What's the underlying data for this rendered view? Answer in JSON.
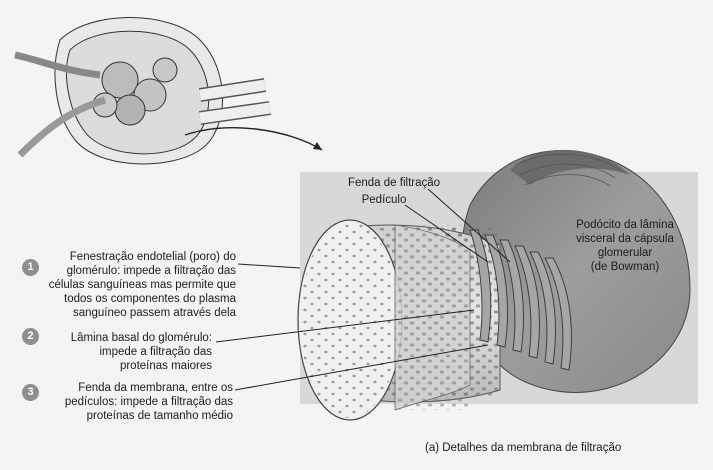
{
  "labels": {
    "fenda_filtracao": "Fenda de filtração",
    "pediculo": "Pedículo",
    "podocito": "Podócito da lâmina\nvisceral da cápsula\nglomerular\n(de Bowman)",
    "caption": "(a) Detalhes da membrana de filtração"
  },
  "items": [
    {
      "number": "1",
      "text": "Fenestração endotelial (poro) do\nglomérulo: impede a filtração das\ncélulas sanguíneas mas permite que\ntodos os componentes do plasma\nsanguíneo passem através dela"
    },
    {
      "number": "2",
      "text": "Lâmina basal do glomérulo:\nimpede a filtração das\nproteínas maiores"
    },
    {
      "number": "3",
      "text": "Fenda da membrana, entre os\npedículos: impede a filtração das\nproteínas de tamanho médio"
    }
  ]
}
